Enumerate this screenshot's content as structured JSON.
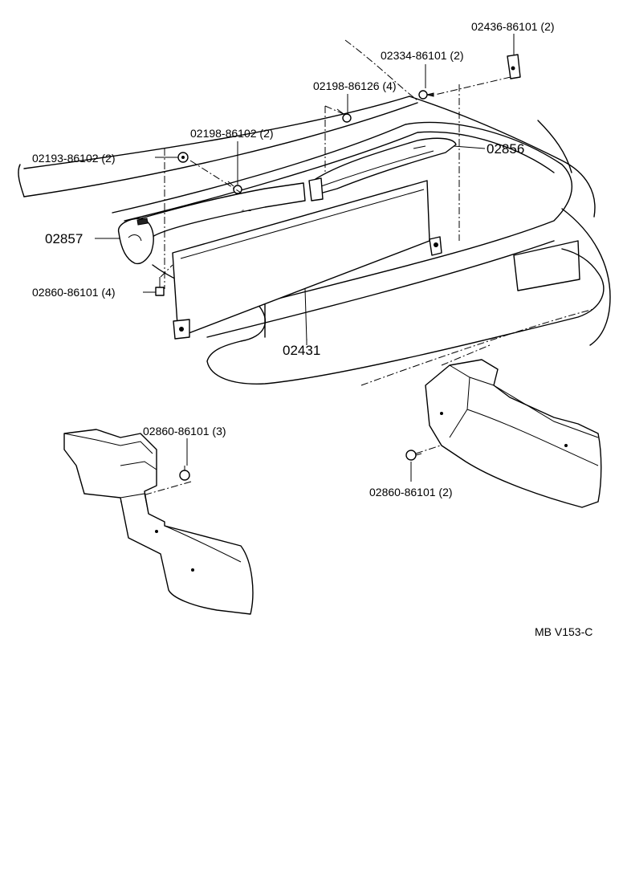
{
  "labels": {
    "p02436": "02436-86101 (2)",
    "p02334": "02334-86101 (2)",
    "p02198_126": "02198-86126 (4)",
    "p02198_102": "02198-86102 (2)",
    "p02193": "02193-86102 (2)",
    "p02856": "02856",
    "p02857": "02857",
    "p02860_4": "02860-86101 (4)",
    "p02431": "02431",
    "p02860_3": "02860-86101 (3)",
    "p02860_2": "02860-86101 (2)",
    "ref_code": "MB V153-C"
  }
}
